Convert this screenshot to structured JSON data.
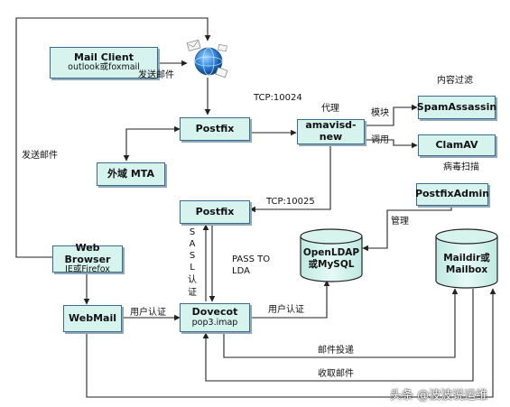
{
  "nodes": {
    "mail_client": {
      "title": "Mail Client",
      "sub": "outlook或foxmail"
    },
    "postfix_top": {
      "title": "Postfix"
    },
    "amavisd": {
      "title": "amavisd-new"
    },
    "spamassassin": {
      "title": "SpamAssassin"
    },
    "clamav": {
      "title": "ClamAV"
    },
    "foreign_mta": {
      "title": "外域 MTA"
    },
    "postfix_mid": {
      "title": "Postfix"
    },
    "postfixadmin": {
      "title": "PostfixAdmin"
    },
    "openldap": {
      "title": "OpenLDAP",
      "sub": "或MySQL"
    },
    "maildir": {
      "title": "Maildir或",
      "sub": "Mailbox"
    },
    "web_browser": {
      "title": "Web Browser",
      "sub": "IE或Firefox"
    },
    "webmail": {
      "title": "WebMail"
    },
    "dovecot": {
      "title": "Dovecot",
      "sub": "pop3.imap"
    }
  },
  "labels": {
    "send_mail_top": "发送邮件",
    "send_mail_left": "发送邮件",
    "tcp_10024": "TCP:10024",
    "proxy": "代理",
    "module": "模块",
    "call": "调用",
    "content_filter": "内容过滤",
    "virus_scan": "病毒扫描",
    "tcp_10025": "TCP:10025",
    "manage": "管理",
    "sasl": [
      "S",
      "A",
      "S",
      "L",
      "认",
      "证"
    ],
    "pass_to": "PASS TO",
    "lda": "LDA",
    "user_auth_left": "用户认证",
    "user_auth_right": "用户认证",
    "mail_delivery": "邮件投递",
    "mail_fetch": "收取邮件"
  },
  "icons": {
    "globe": "globe-mail-icon"
  },
  "watermark": "头条 @波波说运维",
  "colors": {
    "box_fill": "#d6f3ee",
    "box_border": "#3d6b8c",
    "line": "#222222"
  }
}
